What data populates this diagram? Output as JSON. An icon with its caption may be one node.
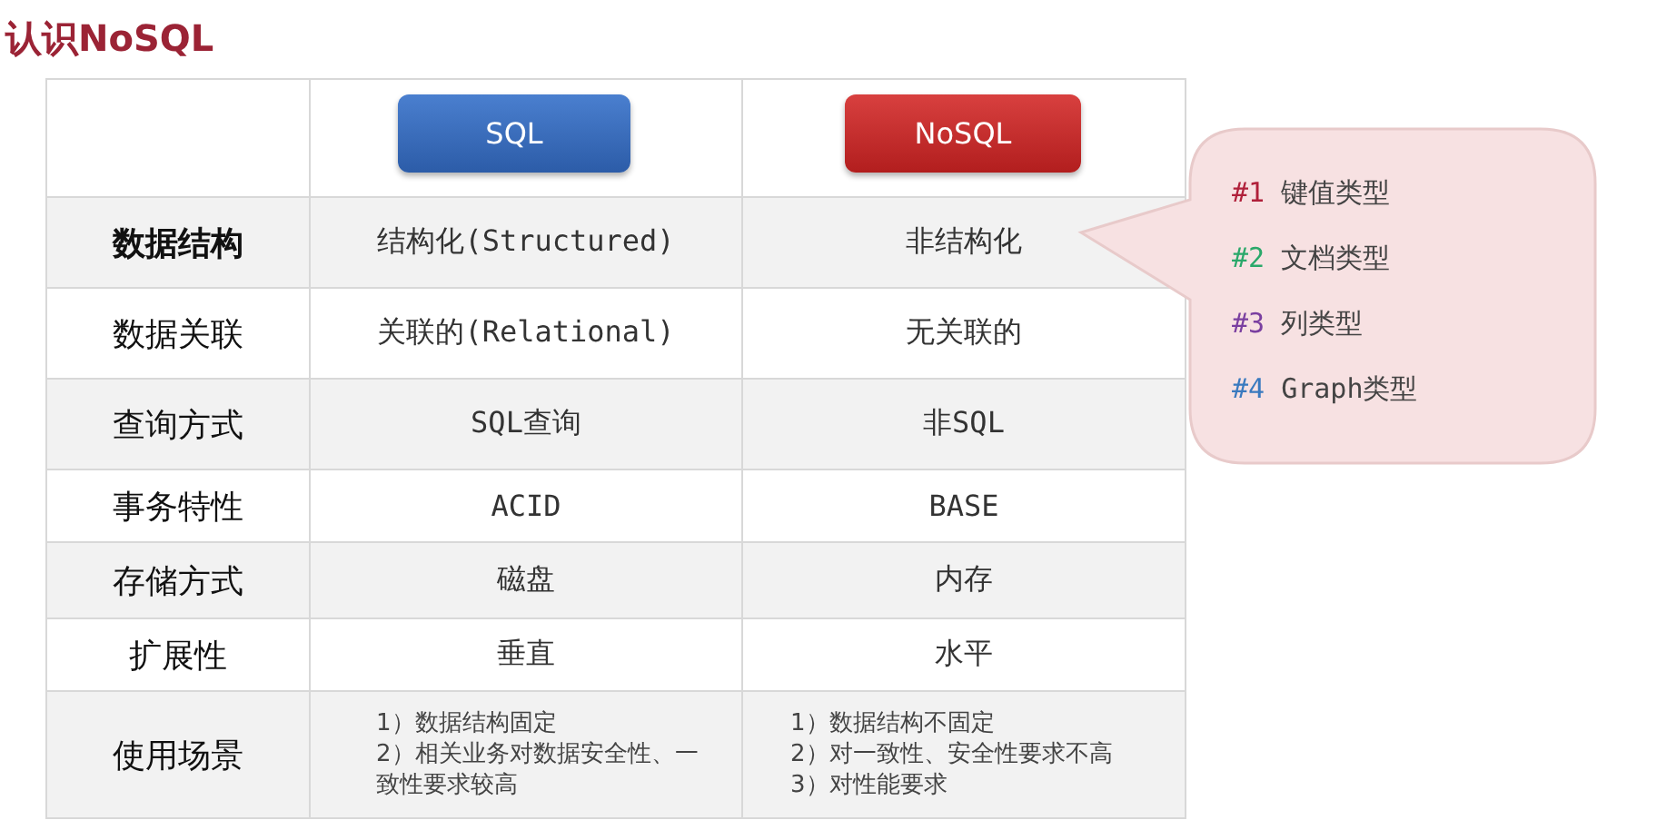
{
  "diagram": {
    "title": "认识NoSQL",
    "nodes": [
      {
        "text": [
          "SQL"
        ]
      },
      {
        "text": [
          "NoSQL"
        ]
      },
      {
        "text": [
          "#1 键值类型",
          "#2 文档类型",
          "#3 列类型",
          "#4 Graph类型"
        ]
      }
    ],
    "labels": [
      "数据结构",
      "结构化(Structured)",
      "非结构化",
      "数据关联",
      "关联的(Relational)",
      "无关联的",
      "查询方式",
      "SQL查询",
      "非SQL",
      "事务特性",
      "ACID",
      "BASE",
      "存储方式",
      "磁盘",
      "内存",
      "扩展性",
      "垂直",
      "水平",
      "使用场景",
      "1）数据结构固定",
      "2）相关业务对数据安全性、一致性要求较高",
      "1）数据结构不固定",
      "2）对一致性、安全性要求不高",
      "3）对性能要求"
    ]
  }
}
